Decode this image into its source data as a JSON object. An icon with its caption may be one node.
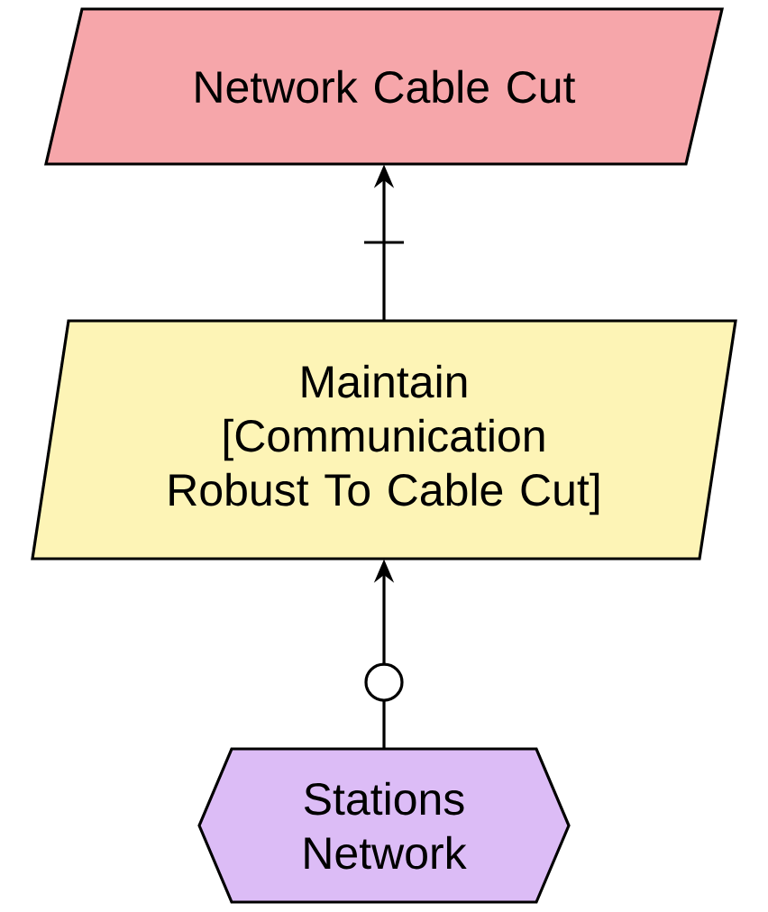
{
  "diagram": {
    "nodes": [
      {
        "text": [
          "Network Cable Cut"
        ]
      },
      {
        "text": [
          "Maintain [Communication Robust To Cable Cut]"
        ]
      },
      {
        "text": [
          "Stations Network"
        ]
      }
    ],
    "edges": [
      {
        "from": 1,
        "to": 0,
        "arrow": "to"
      },
      {
        "from": 2,
        "to": 1,
        "arrow": "to"
      }
    ]
  }
}
